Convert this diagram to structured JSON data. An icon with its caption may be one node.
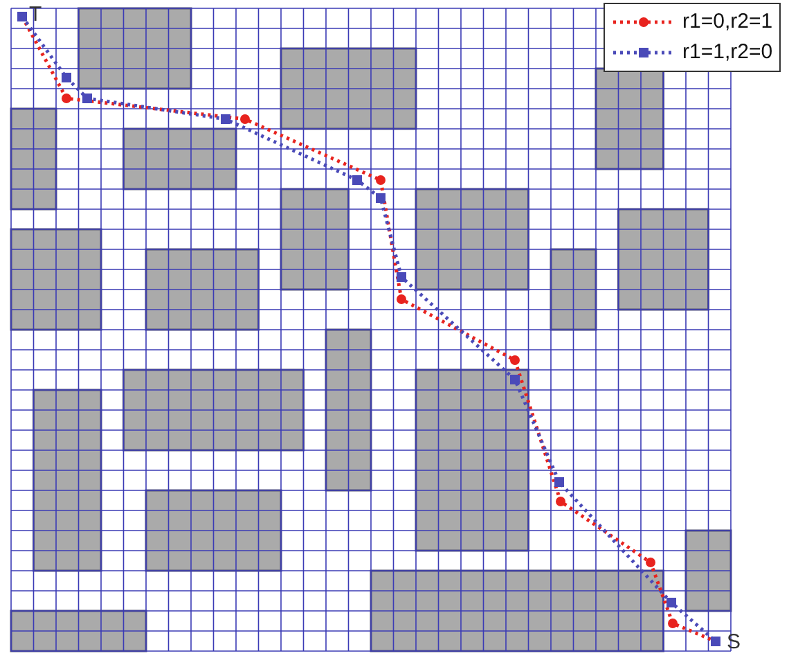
{
  "diagram": {
    "labels": [
      "T",
      "S"
    ],
    "legend": [
      {
        "text": "r1=0,r2=1"
      },
      {
        "text": "r1=1,r2=0"
      }
    ]
  }
}
